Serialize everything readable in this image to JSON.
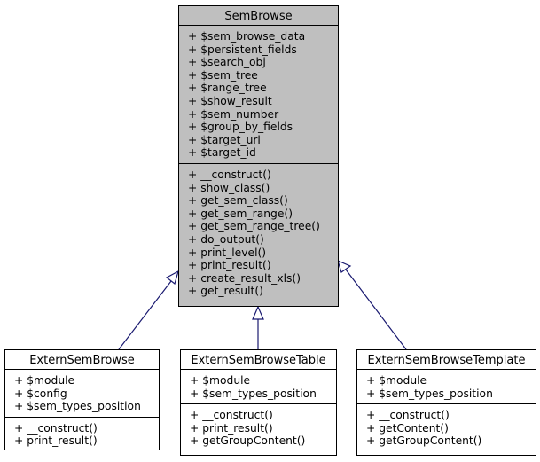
{
  "base": {
    "name": "SemBrowse",
    "attributes": [
      "+ $sem_browse_data",
      "+ $persistent_fields",
      "+ $search_obj",
      "+ $sem_tree",
      "+ $range_tree",
      "+ $show_result",
      "+ $sem_number",
      "+ $group_by_fields",
      "+ $target_url",
      "+ $target_id"
    ],
    "methods": [
      "+ __construct()",
      "+ show_class()",
      "+ get_sem_class()",
      "+ get_sem_range()",
      "+ get_sem_range_tree()",
      "+ do_output()",
      "+ print_level()",
      "+ print_result()",
      "+ create_result_xls()",
      "+ get_result()"
    ]
  },
  "subclasses": [
    {
      "name": "ExternSemBrowse",
      "attributes": [
        "+ $module",
        "+ $config",
        "+ $sem_types_position"
      ],
      "methods": [
        "+ __construct()",
        "+ print_result()"
      ]
    },
    {
      "name": "ExternSemBrowseTable",
      "attributes": [
        "+ $module",
        "+ $sem_types_position"
      ],
      "methods": [
        "+ __construct()",
        "+ print_result()",
        "+ getGroupContent()"
      ]
    },
    {
      "name": "ExternSemBrowseTemplate",
      "attributes": [
        "+ $module",
        "+ $sem_types_position"
      ],
      "methods": [
        "+ __construct()",
        "+ getContent()",
        "+ getGroupContent()"
      ]
    }
  ],
  "colors": {
    "base_fill": "#bfbfbf",
    "arrow": "#191970"
  }
}
